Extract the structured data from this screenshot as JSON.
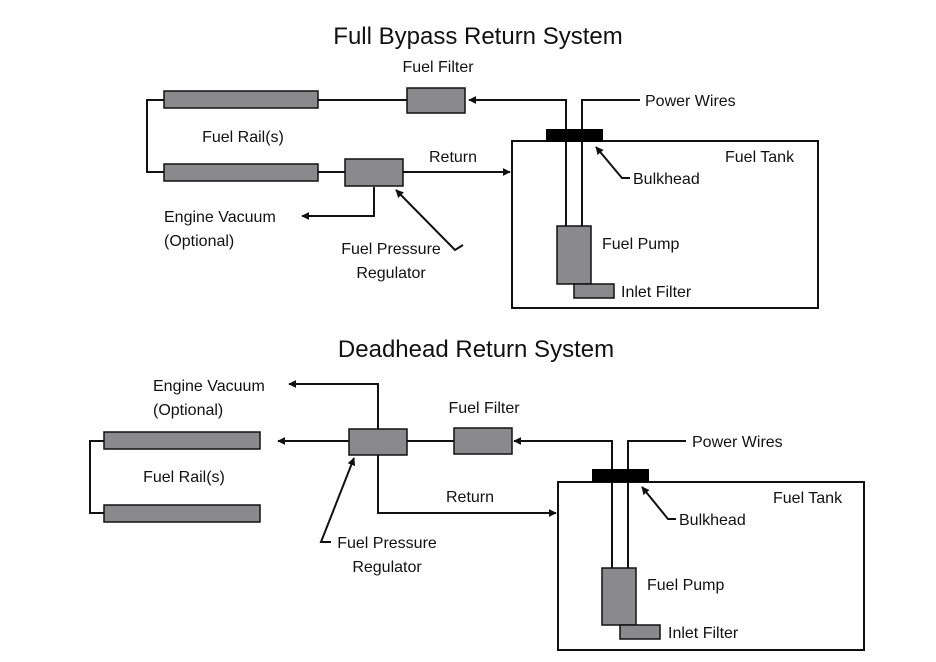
{
  "top": {
    "title": "Full Bypass Return System",
    "labels": {
      "fuel_filter": "Fuel Filter",
      "power_wires": "Power Wires",
      "fuel_rails": "Fuel Rail(s)",
      "return": "Return",
      "fuel_tank": "Fuel Tank",
      "bulkhead": "Bulkhead",
      "engine_vacuum": "Engine Vacuum",
      "optional": "(Optional)",
      "fpr_line1": "Fuel Pressure",
      "fpr_line2": "Regulator",
      "fuel_pump": "Fuel Pump",
      "inlet_filter": "Inlet Filter"
    }
  },
  "bottom": {
    "title": "Deadhead Return System",
    "labels": {
      "engine_vacuum": "Engine Vacuum",
      "optional": "(Optional)",
      "fuel_filter": "Fuel Filter",
      "power_wires": "Power Wires",
      "fuel_rails": "Fuel Rail(s)",
      "fuel_tank": "Fuel Tank",
      "return": "Return",
      "bulkhead": "Bulkhead",
      "fpr_line1": "Fuel Pressure",
      "fpr_line2": "Regulator",
      "fuel_pump": "Fuel Pump",
      "inlet_filter": "Inlet Filter"
    }
  },
  "colors": {
    "component_fill": "#8a8a8d",
    "line": "#111111",
    "bulkhead": "#000000",
    "background": "#ffffff"
  }
}
